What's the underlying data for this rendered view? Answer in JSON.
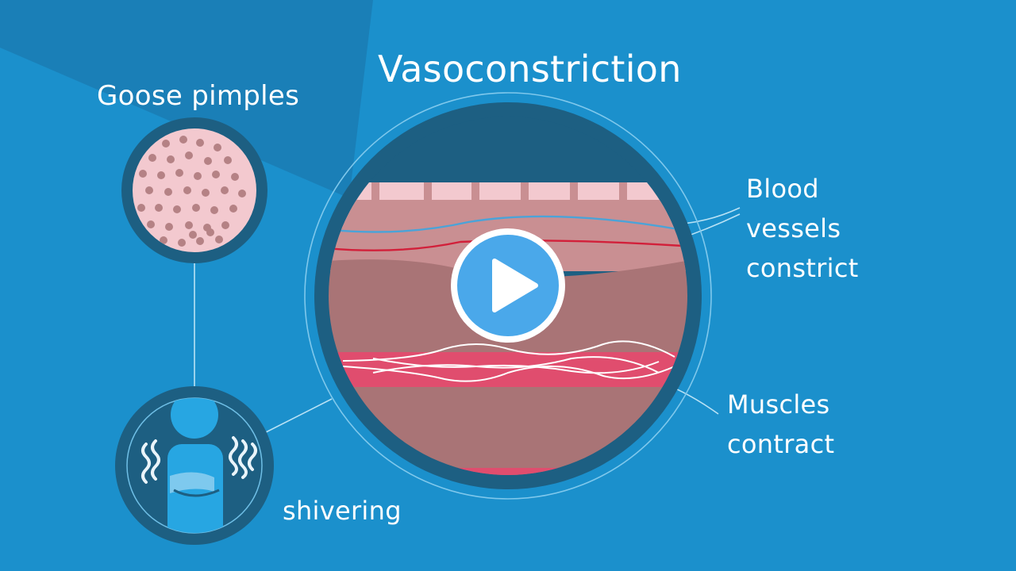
{
  "diagram": {
    "title": "Vasoconstriction",
    "labels": {
      "goose_pimples": "Goose pimples",
      "blood_vessels": [
        "Blood",
        "vessels",
        "constrict"
      ],
      "muscles": [
        "Muscles",
        "contract"
      ],
      "shivering": "shivering"
    }
  },
  "player": {
    "play_icon": "play-icon"
  },
  "colors": {
    "background": "#1b90cc",
    "dark_ring": "#1d5f82",
    "skin_light": "#f3c9cf",
    "skin_mid": "#c98f92",
    "tissue": "#a97476",
    "muscle": "#e04d6e",
    "vein": "#4ba3d8",
    "artery": "#d2203a",
    "play_button": "#4aa8ea"
  }
}
